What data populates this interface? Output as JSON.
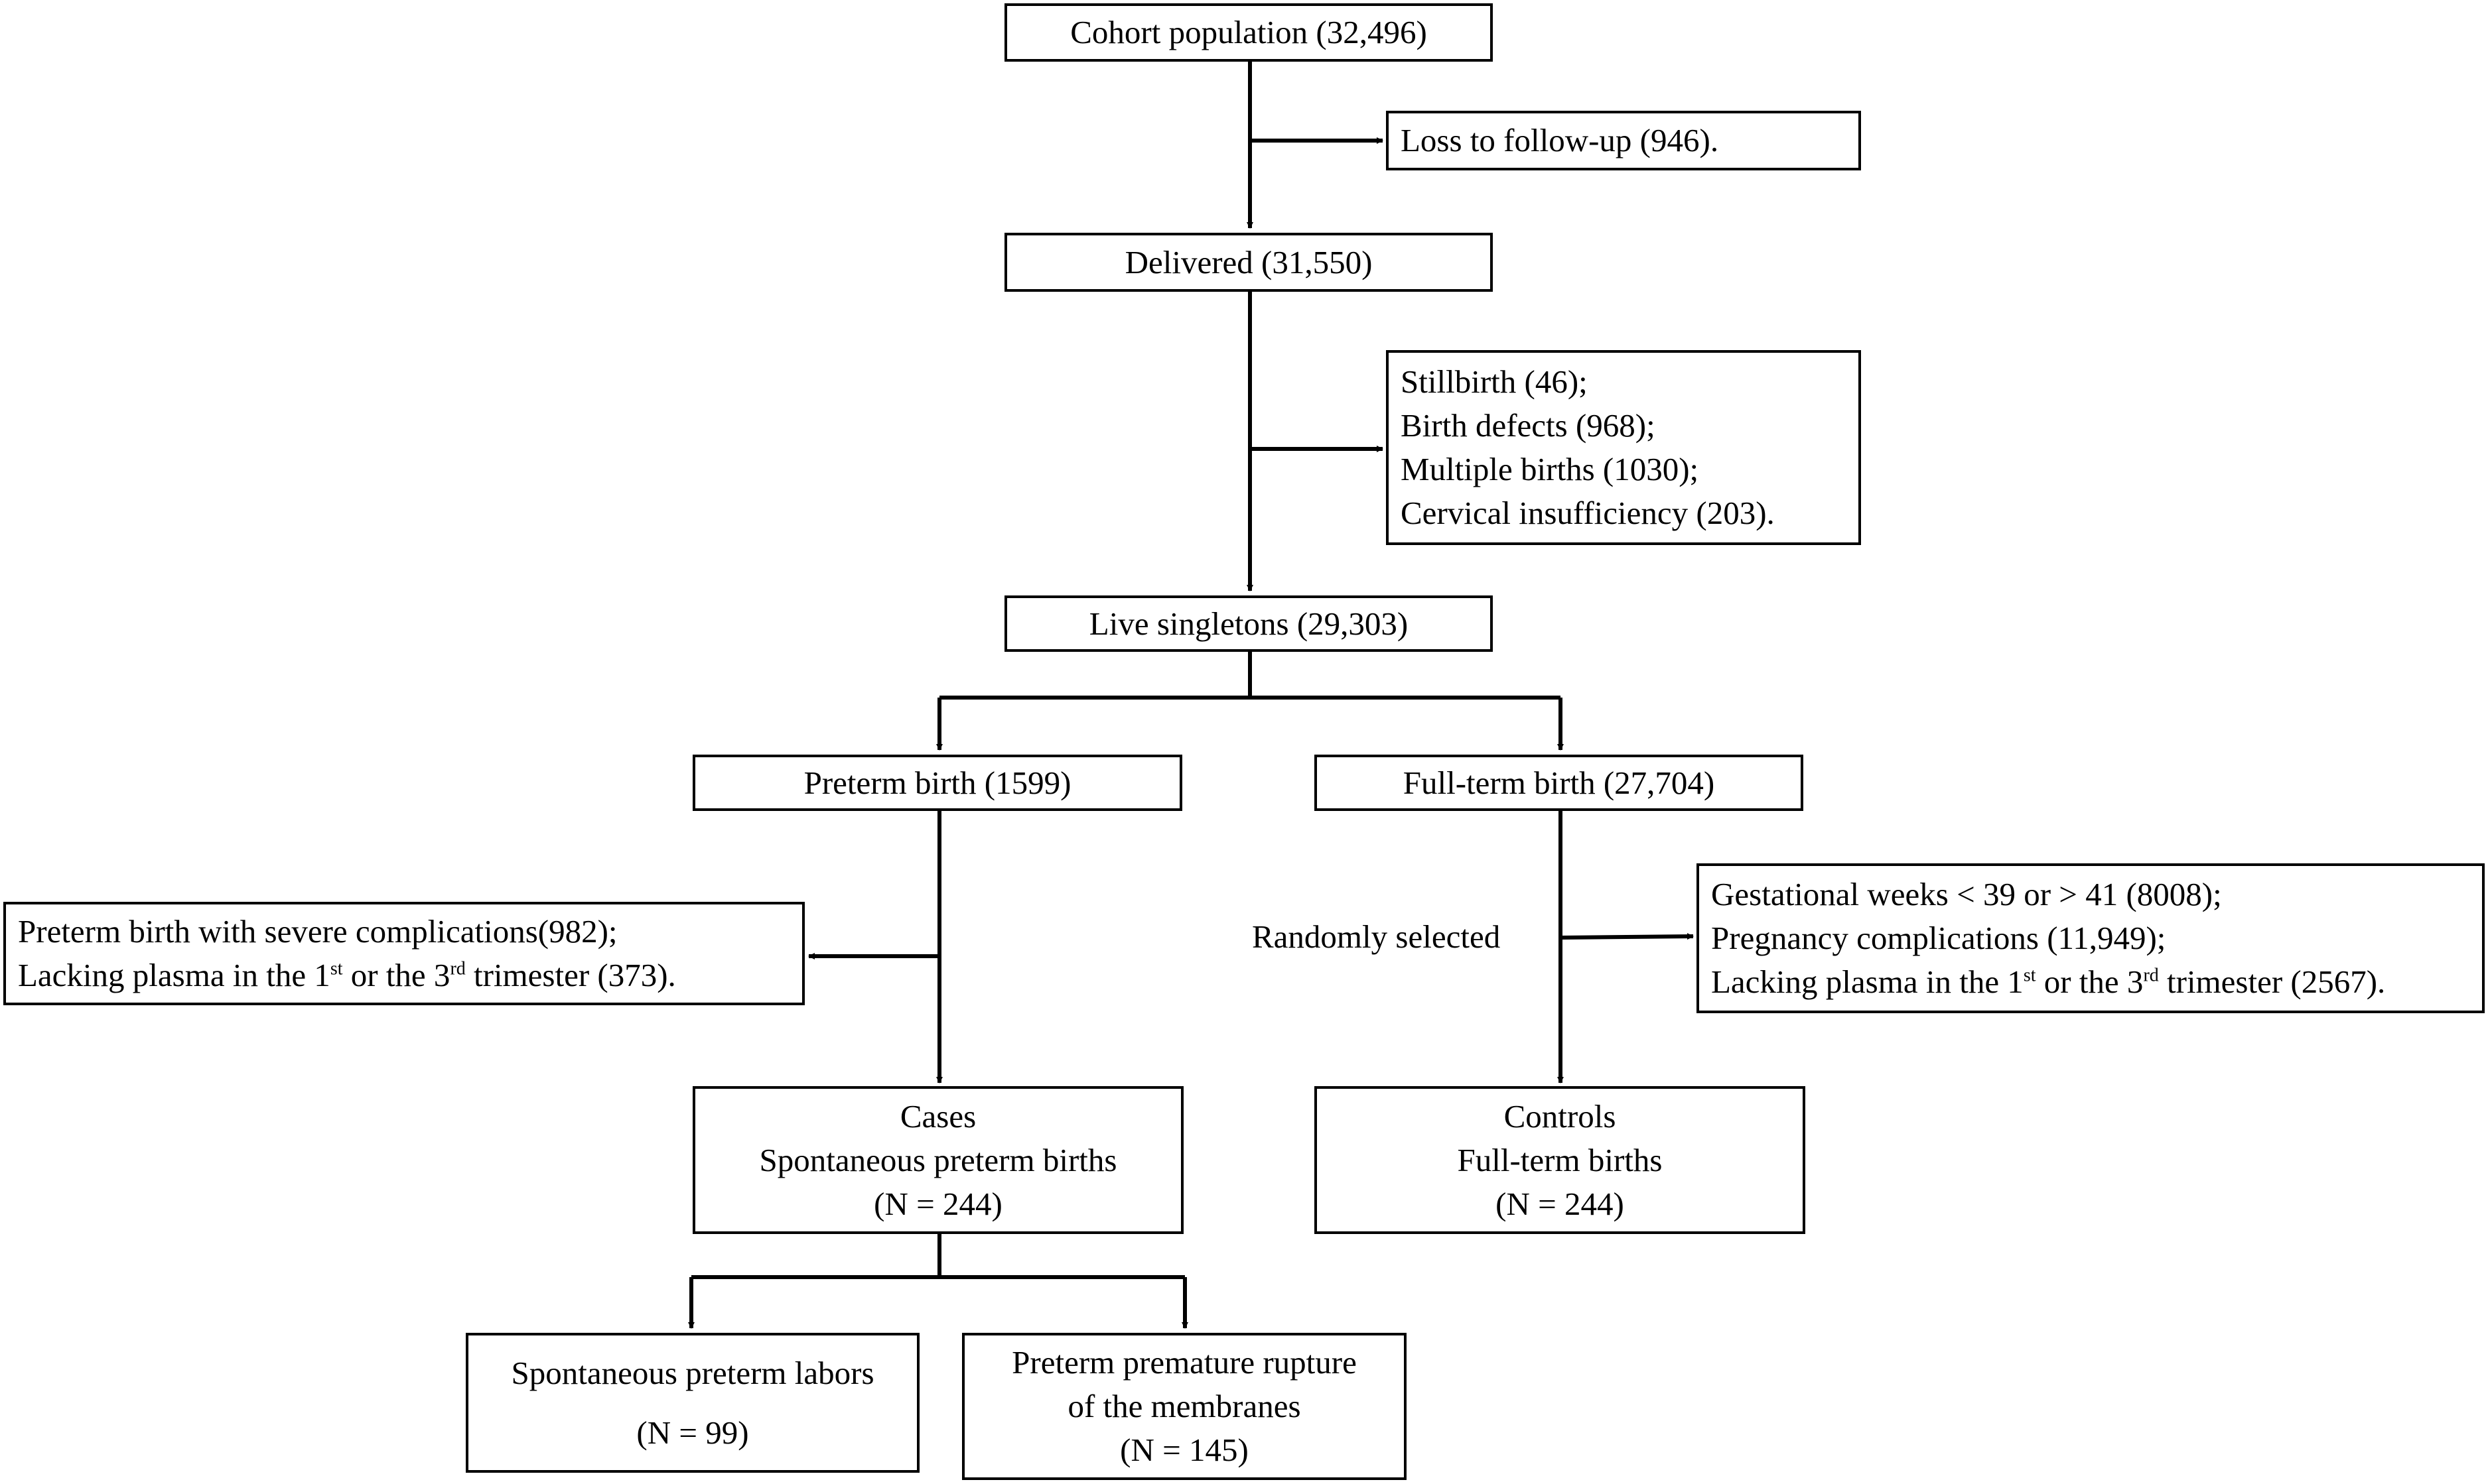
{
  "nodes": {
    "cohort": [
      "Cohort population (32,496)"
    ],
    "loss": [
      "Loss to follow-up (946)."
    ],
    "delivered": [
      "Delivered (31,550)"
    ],
    "excl1": [
      "Stillbirth (46);",
      "Birth defects (968);",
      "Multiple births (1030);",
      "Cervical insufficiency (203)."
    ],
    "live": [
      "Live singletons (29,303)"
    ],
    "preterm": [
      "Preterm birth (1599)"
    ],
    "fullterm": [
      "Full-term birth (27,704)"
    ],
    "excl_pre": {
      "line1": "Preterm birth with severe complications(982);",
      "line2_a": "Lacking plasma in the 1",
      "line2_sup1": "st",
      "line2_b": " or the 3",
      "line2_sup2": "rd",
      "line2_c": " trimester (373)."
    },
    "excl_full": {
      "line1": "Gestational weeks < 39 or > 41 (8008);",
      "line2": "Pregnancy complications (11,949);",
      "line3_a": "Lacking plasma in the 1",
      "line3_sup1": "st",
      "line3_b": " or the 3",
      "line3_sup2": "rd",
      "line3_c": " trimester (2567)."
    },
    "cases": [
      "Cases",
      "Spontaneous preterm births",
      "(N = 244)"
    ],
    "controls": [
      "Controls",
      "Full-term births",
      "(N = 244)"
    ],
    "sptl": [
      "Spontaneous preterm labors",
      "(N = 99)"
    ],
    "pprom": [
      "Preterm premature rupture",
      "of the membranes",
      "(N = 145)"
    ]
  },
  "labels": {
    "random": "Randomly selected"
  }
}
